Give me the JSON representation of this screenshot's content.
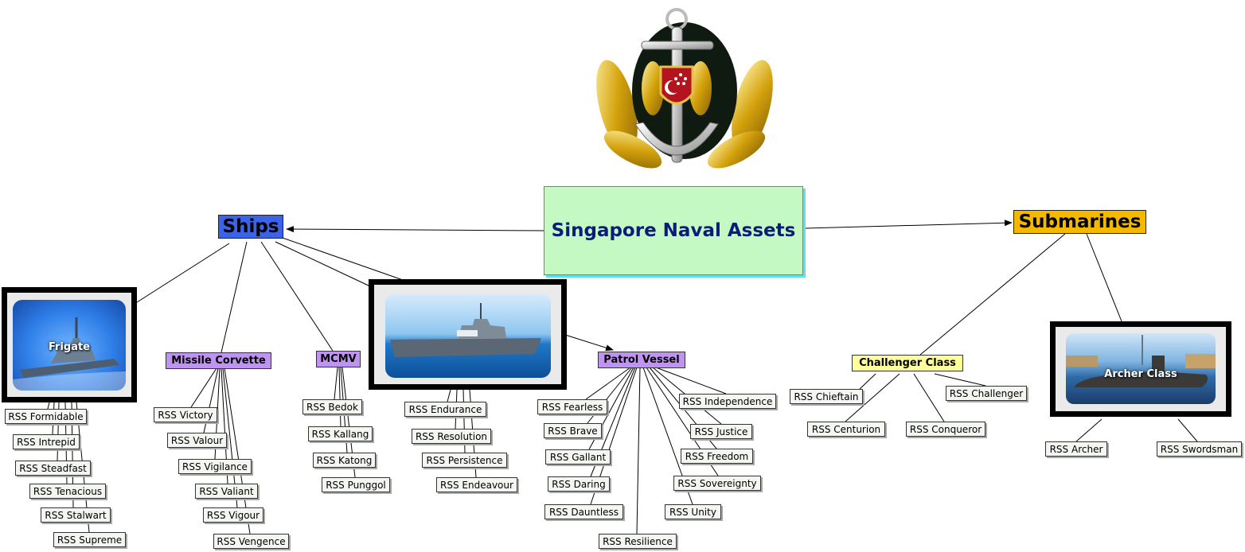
{
  "root": {
    "label": "Singapore Naval Assets"
  },
  "ships": {
    "label": "Ships",
    "frigate": {
      "caption": "Frigate",
      "items": [
        "RSS Formidable",
        "RSS Intrepid",
        "RSS Steadfast",
        "RSS Tenacious",
        "RSS Stalwart",
        "RSS Supreme"
      ]
    },
    "missile_corvette": {
      "label": "Missile Corvette",
      "items": [
        "RSS Victory",
        "RSS Valour",
        "RSS Vigilance",
        "RSS Valiant",
        "RSS Vigour",
        "RSS Vengence"
      ]
    },
    "mcmv": {
      "label": "MCMV",
      "items": [
        "RSS Bedok",
        "RSS Kallang",
        "RSS Katong",
        "RSS Punggol"
      ]
    },
    "lst": {
      "items": [
        "RSS Endurance",
        "RSS Resolution",
        "RSS Persistence",
        "RSS Endeavour"
      ]
    },
    "patrol_vessel": {
      "label": "Patrol Vessel",
      "items": [
        "RSS Fearless",
        "RSS Brave",
        "RSS Gallant",
        "RSS Daring",
        "RSS Dauntless",
        "RSS Resilience",
        "RSS Unity",
        "RSS Sovereignty",
        "RSS Freedom",
        "RSS Justice",
        "RSS Independence"
      ]
    }
  },
  "submarines": {
    "label": "Submarines",
    "challenger": {
      "label": "Challenger Class",
      "items": [
        "RSS Chieftain",
        "RSS Centurion",
        "RSS Conqueror",
        "RSS Challenger"
      ]
    },
    "archer": {
      "caption": "Archer Class",
      "items": [
        "RSS Archer",
        "RSS Swordsman"
      ]
    }
  },
  "colors": {
    "root_fill": "#c4f9c4",
    "root_text": "#0b1c78",
    "ships_fill": "#3b63ea",
    "submarines_fill": "#f5b800",
    "category_purple": "#bf94f0",
    "category_yellow": "#ffff9c"
  }
}
